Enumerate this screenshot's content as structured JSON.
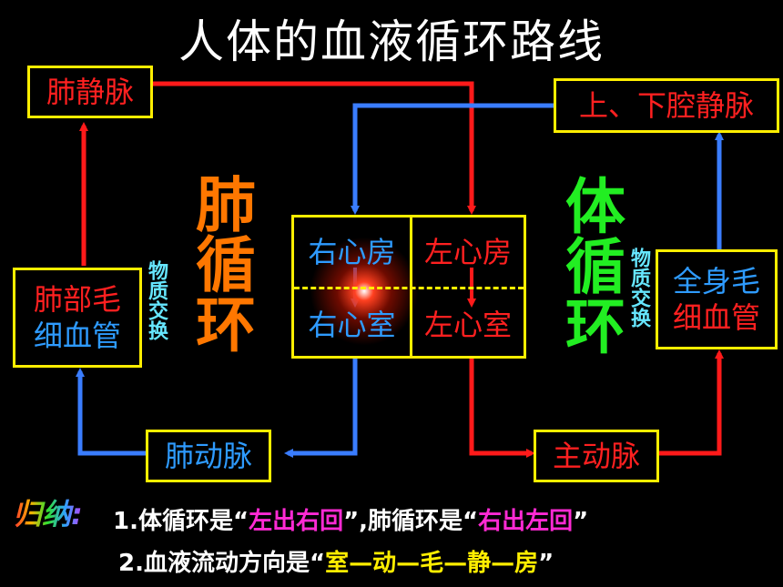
{
  "title": "人体的血液循环路线",
  "boxes": {
    "pulmonary_vein": "肺静脉",
    "vena_cava": "上、下腔静脉",
    "lung_capillary_line1": "肺部毛",
    "lung_capillary_line2": "细血管",
    "body_capillary_line1": "全身毛",
    "body_capillary_line2": "细血管",
    "pulmonary_artery": "肺动脉",
    "aorta": "主动脉"
  },
  "heart": {
    "right_atrium": "右心房",
    "left_atrium": "左心房",
    "right_ventricle": "右心室",
    "left_ventricle": "左心室"
  },
  "labels": {
    "pulmonary_circulation": "肺循环",
    "systemic_circulation": "体循环",
    "exchange_left": "物质交换",
    "exchange_right": "物质交换"
  },
  "summary": {
    "label": "归纳:",
    "line1_prefix": "1.体循环是“",
    "line1_hl1": "左出右回",
    "line1_mid": "”,肺循环是“",
    "line1_hl2": "右出左回",
    "line1_suffix": "”",
    "line2_prefix": "2.血液流动方向是“",
    "line2_hl": "室—动—毛—静—房",
    "line2_suffix": "”"
  },
  "colors": {
    "box_border": "#ffee00",
    "arterial_red": "#ff1a1a",
    "venous_blue": "#3a7dff",
    "pulmonary_label": "#ff7700",
    "systemic_label": "#22ee22"
  }
}
